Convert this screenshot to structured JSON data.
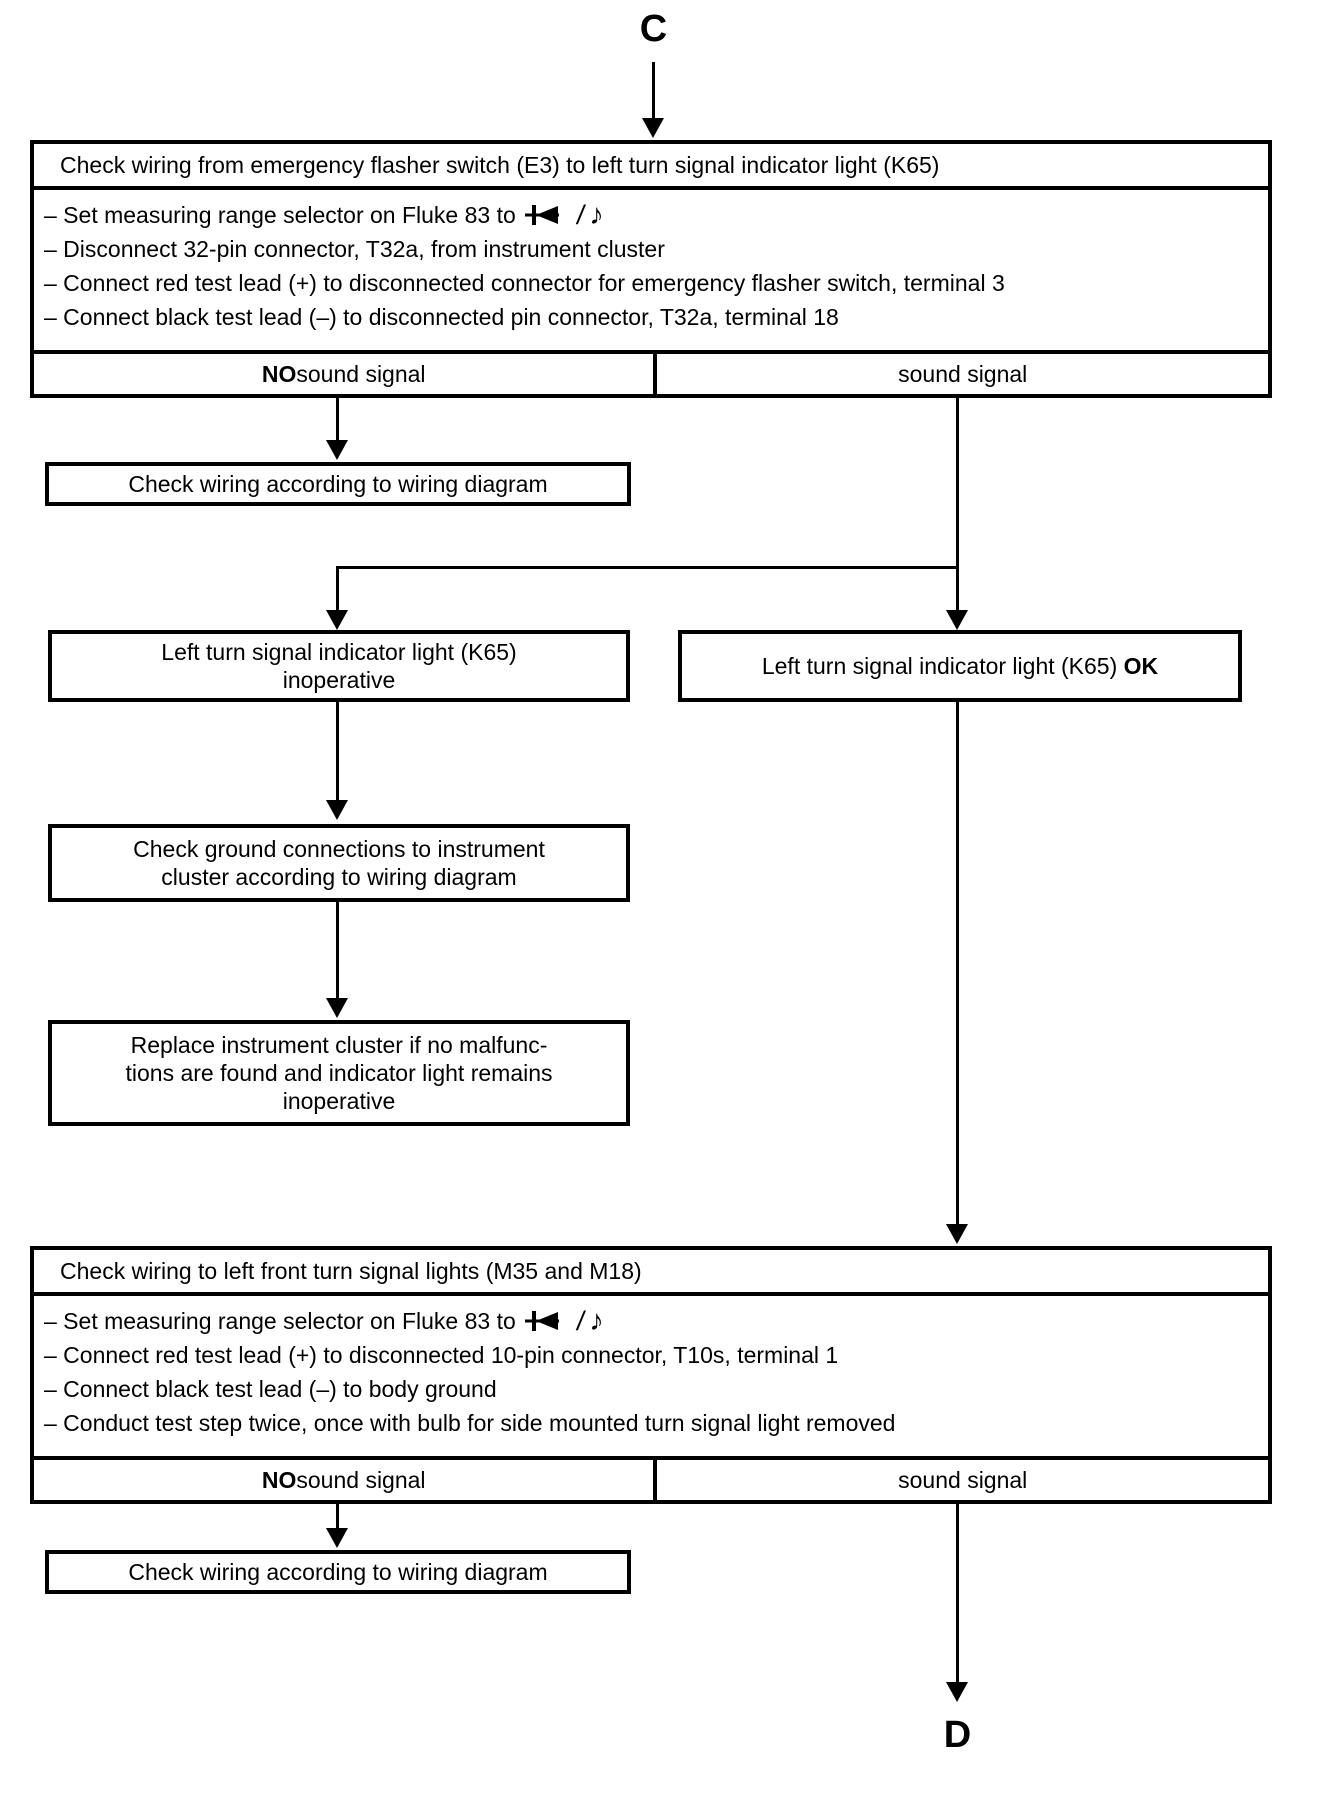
{
  "connectors": {
    "top": "C",
    "bottom": "D"
  },
  "section1": {
    "title": "Check wiring from emergency flasher switch (E3) to left turn signal indicator light (K65)",
    "steps": [
      {
        "text": "– Set measuring range selector on Fluke 83 to",
        "symbol": true
      },
      {
        "text": "– Disconnect 32-pin connector, T32a, from instrument cluster",
        "symbol": false
      },
      {
        "text": "– Connect red test lead (+) to disconnected connector for emergency flasher switch, terminal 3",
        "symbol": false
      },
      {
        "text": "– Connect black test lead (–) to disconnected pin connector, T32a, terminal 18",
        "symbol": false
      }
    ],
    "outcome_no": {
      "bold": "NO",
      "rest": " sound signal"
    },
    "outcome_yes": "sound signal"
  },
  "section2": {
    "title": "Check wiring to left front turn signal lights (M35 and M18)",
    "steps": [
      {
        "text": "– Set measuring range selector on Fluke 83 to",
        "symbol": true
      },
      {
        "text": "– Connect red test lead (+) to disconnected 10-pin connector, T10s, terminal 1",
        "symbol": false
      },
      {
        "text": "– Connect black test lead (–) to body ground",
        "symbol": false
      },
      {
        "text": "– Conduct test step twice, once with bulb for side mounted turn signal light removed",
        "symbol": false
      }
    ],
    "outcome_no": {
      "bold": "NO",
      "rest": " sound signal"
    },
    "outcome_yes": "sound signal"
  },
  "boxes": {
    "check_wiring_1": "Check wiring according to wiring diagram",
    "inoperative": {
      "lines": [
        "Left turn signal indicator light (K65)",
        "inoperative"
      ]
    },
    "ok": {
      "prefix": "Left turn signal indicator light (K65) ",
      "bold": "OK"
    },
    "ground": {
      "lines": [
        "Check ground connections to instrument",
        "cluster according to wiring diagram"
      ]
    },
    "replace": {
      "lines": [
        "Replace instrument cluster if no malfunc-",
        "tions are found and indicator light remains",
        "inoperative"
      ]
    },
    "check_wiring_2": "Check wiring according to wiring diagram"
  },
  "icons": {
    "diode_beeper": "diode-test-continuity-beeper",
    "slash": "/",
    "note": "♪"
  },
  "colors": {
    "ink": "#000000",
    "paper": "#ffffff"
  }
}
